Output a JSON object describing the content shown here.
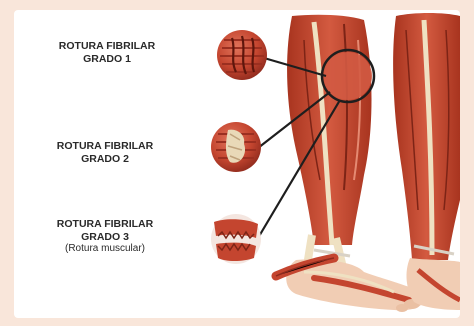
{
  "labels": [
    {
      "line1": "ROTURA FIBRILAR",
      "line2": "GRADO 1"
    },
    {
      "line1": "ROTURA FIBRILAR",
      "line2": "GRADO 2"
    },
    {
      "line1": "ROTURA FIBRILAR",
      "line2": "GRADO 3",
      "line3": "(Rotura muscular)"
    }
  ],
  "colors": {
    "page_background": "#f9e6da",
    "panel": "#ffffff",
    "muscle": "#c4452f",
    "muscle_dark": "#8e2a1d",
    "tendon": "#efe1c2",
    "skin": "#f1cdb4",
    "line": "#1e1e1e"
  }
}
